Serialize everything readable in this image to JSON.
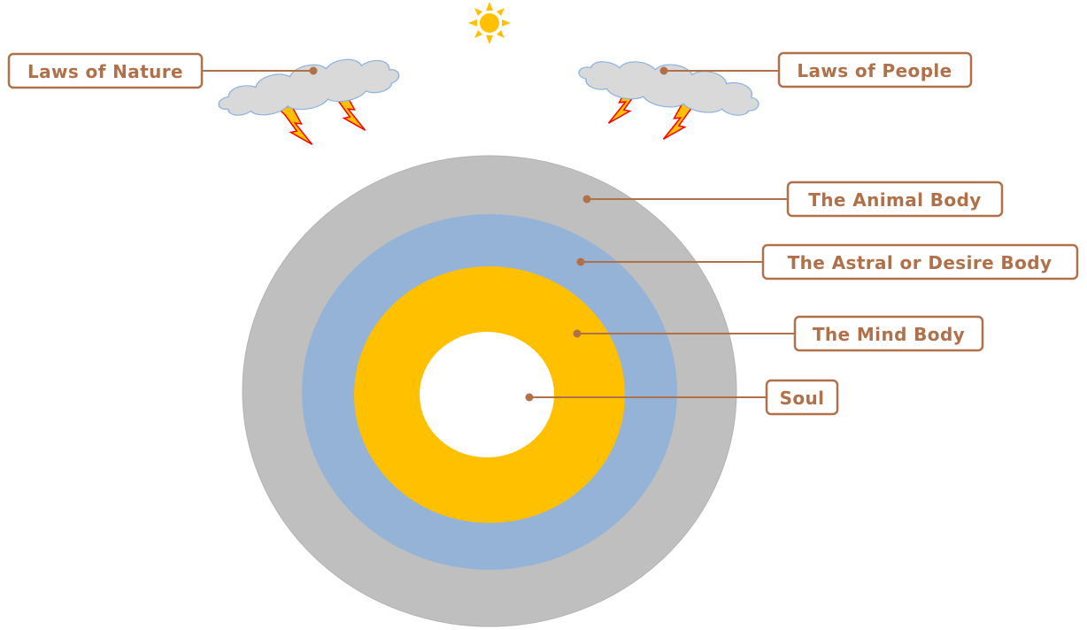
{
  "colors": {
    "label_text": "#b0714a",
    "label_border": "#b0714a",
    "connector": "#b0714a",
    "animal_ring": "#bfbfbf",
    "astral_ring": "#95b3d7",
    "mind_ring": "#ffc000",
    "soul_core": "#ffffff",
    "cloud_fill": "#d9d9d9",
    "cloud_stroke": "#8db3e2",
    "lightning_fill": "#ffc000",
    "lightning_stroke": "#ff0000",
    "sun": "#ffc000"
  },
  "labels": {
    "laws_of_nature": "Laws of Nature",
    "laws_of_people": "Laws of People",
    "animal_body": "The Animal Body",
    "astral_body": "The Astral or Desire Body",
    "mind_body": "The Mind Body",
    "soul": "Soul"
  },
  "icons": {
    "sun": "sun-icon",
    "left_cloud": "storm-cloud-icon",
    "right_cloud": "storm-cloud-icon",
    "lightning": "lightning-bolt-icon"
  }
}
